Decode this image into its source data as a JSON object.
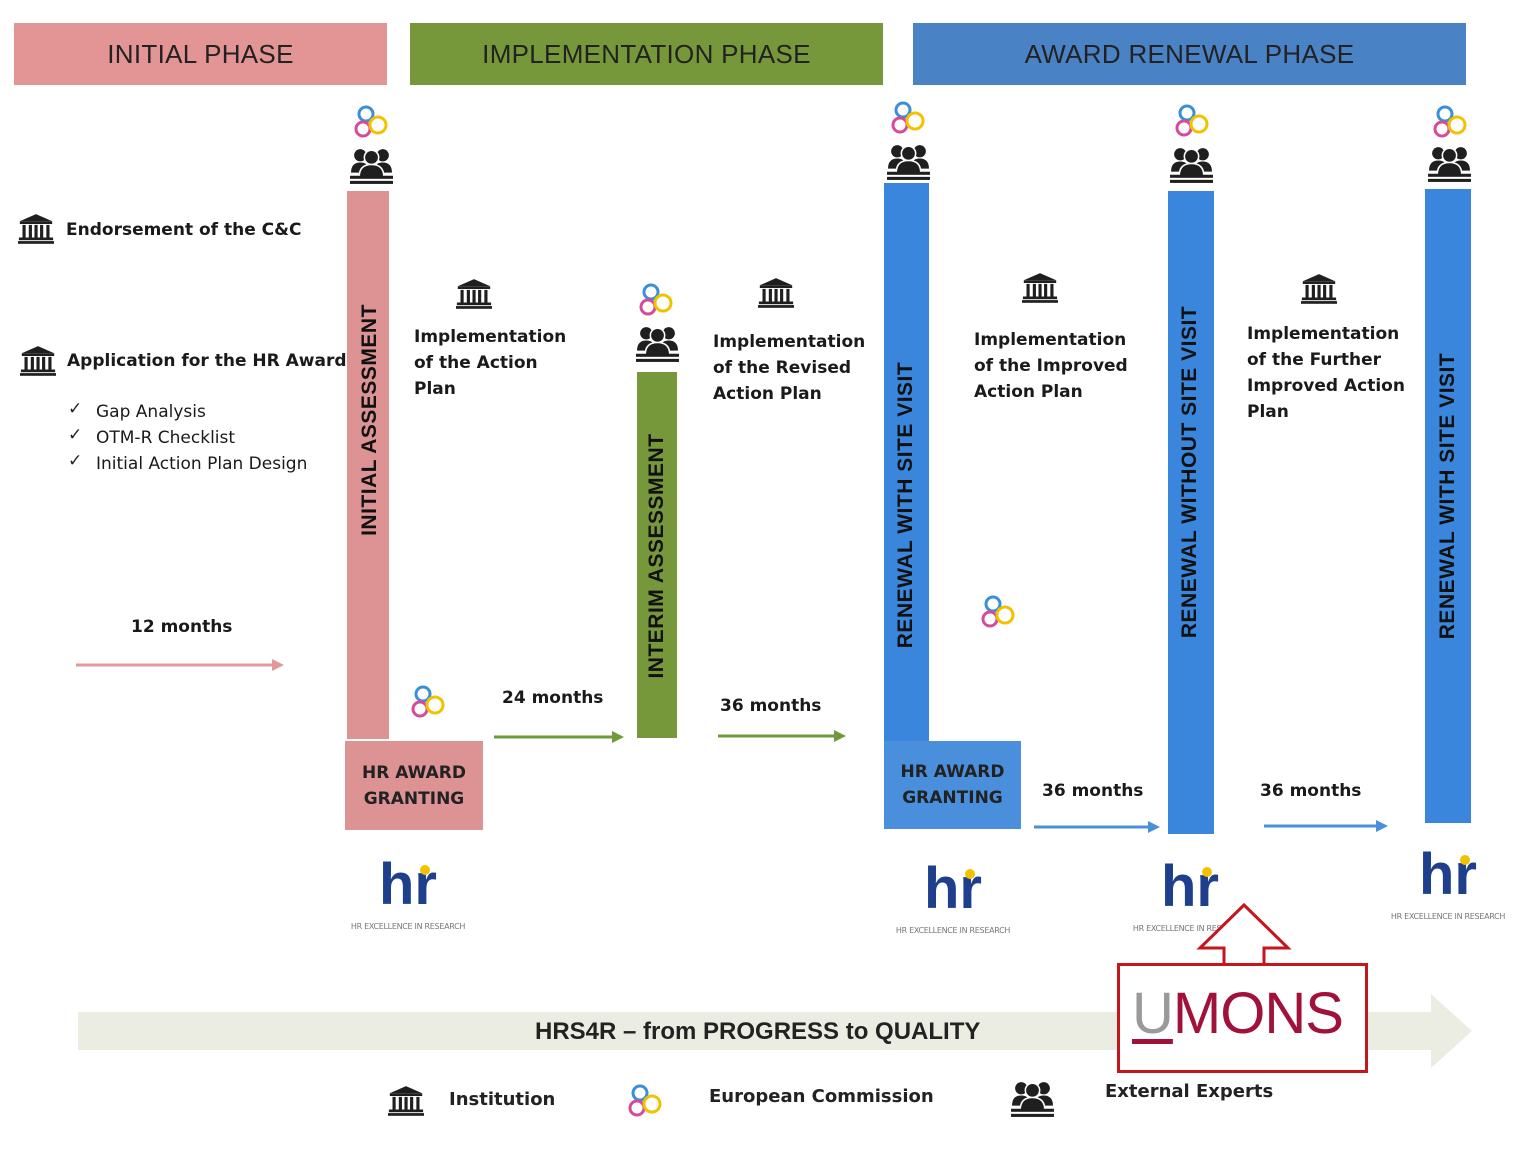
{
  "colors": {
    "initial": "#e39494",
    "implementation": "#77983a",
    "renewal": "#4a82c6",
    "bar_initial": "#dd9393",
    "bar_interim": "#77983a",
    "bar_renewal": "#3b86dd",
    "arrow_initial": "#e09a9a",
    "arrow_impl": "#6f9a3a",
    "arrow_renewal": "#4a90d9",
    "timeline": "#ecede2",
    "umons_red": "#c4161c"
  },
  "phases": {
    "initial": "INITIAL PHASE",
    "implementation": "IMPLEMENTATION PHASE",
    "renewal": "AWARD RENEWAL PHASE"
  },
  "left_panel": {
    "endorsement": "Endorsement of the C&C",
    "application": "Application for the HR Award:",
    "checklist": [
      "Gap Analysis",
      "OTM-R Checklist",
      "Initial Action Plan Design"
    ],
    "checkmark": "✓"
  },
  "assessments": {
    "initial": "INITIAL ASSESSMENT",
    "interim": "INTERIM ASSESSMENT",
    "renewal_with_visit_1": "RENEWAL WITH SITE VISIT",
    "renewal_without_visit": "RENEWAL WITHOUT SITE VISIT",
    "renewal_with_visit_2": "RENEWAL WITH SITE VISIT"
  },
  "granting": {
    "first": [
      "HR AWARD",
      "GRANTING"
    ],
    "second": [
      "HR AWARD",
      "GRANTING"
    ]
  },
  "implementation_texts": {
    "action_plan": [
      "Implementation",
      "of the Action",
      "Plan"
    ],
    "revised": [
      "Implementation",
      "of the Revised",
      "Action Plan"
    ],
    "improved": [
      "Implementation",
      "of the Improved",
      "Action Plan"
    ],
    "further": [
      "Implementation",
      "of the Further",
      "Improved Action",
      "Plan"
    ]
  },
  "durations": {
    "d12": "12 months",
    "d24": "24 months",
    "d36a": "36 months",
    "d36b": "36 months",
    "d36c": "36 months"
  },
  "hr_logo": {
    "mark": "hr",
    "tagline": "HR EXCELLENCE IN RESEARCH"
  },
  "timeline_label": "HRS4R – from PROGRESS to QUALITY",
  "legend": {
    "institution": "Institution",
    "commission": "European Commission",
    "experts": "External Experts"
  },
  "umons": {
    "u": "U",
    "rest": "MONS"
  },
  "icons": {
    "institution": "institution-icon",
    "commission": "european-commission-icon",
    "experts": "external-experts-icon"
  }
}
